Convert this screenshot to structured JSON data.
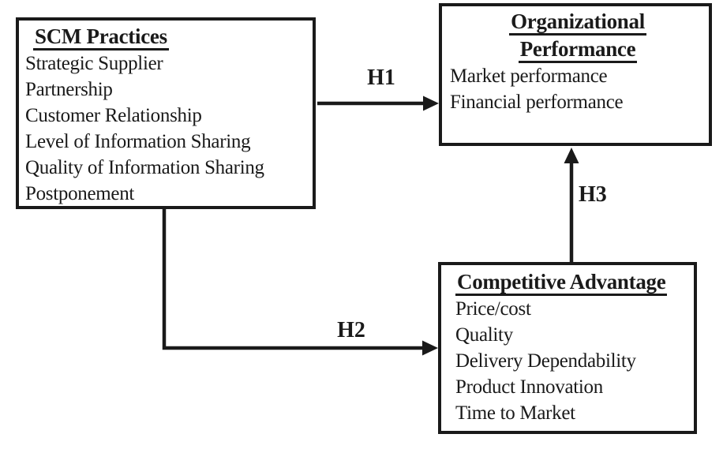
{
  "colors": {
    "line": "#1a1a1a",
    "text": "#1a1a1a",
    "background": "#ffffff"
  },
  "boxes": {
    "scm": {
      "title": "SCM Practices",
      "lines": [
        "Strategic Supplier",
        "Partnership",
        "Customer Relationship",
        "Level of Information Sharing",
        "Quality of Information Sharing",
        "Postponement"
      ]
    },
    "performance": {
      "title_lines": [
        "Organizational",
        "Performance"
      ],
      "lines": [
        "Market performance",
        "Financial performance"
      ]
    },
    "advantage": {
      "title": "Competitive Advantage",
      "lines": [
        "Price/cost",
        "Quality",
        "Delivery Dependability",
        "Product Innovation",
        "Time to Market"
      ]
    }
  },
  "arrows": [
    {
      "label": "H1",
      "from": "SCM Practices",
      "to": "Organizational Performance"
    },
    {
      "label": "H2",
      "from": "SCM Practices",
      "to": "Competitive Advantage"
    },
    {
      "label": "H3",
      "from": "Competitive Advantage",
      "to": "Organizational Performance"
    }
  ]
}
